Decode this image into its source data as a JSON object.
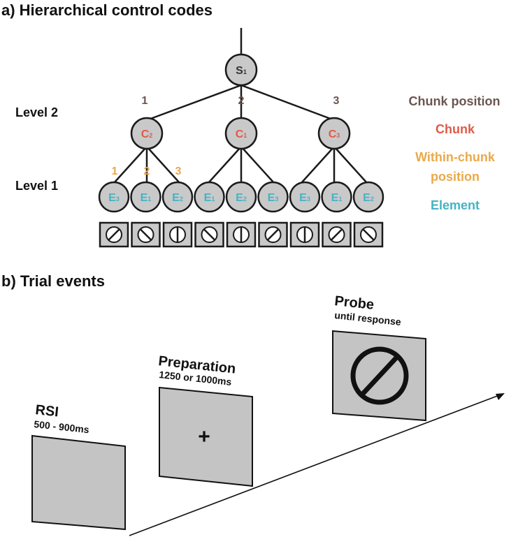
{
  "panel_a": {
    "heading": "a) Hierarchical control codes",
    "level2_label": "Level 2",
    "level1_label": "Level 1",
    "root": {
      "letter": "S",
      "sub": "1"
    },
    "chunk_positions": [
      "1",
      "2",
      "3"
    ],
    "chunks": [
      {
        "letter": "C",
        "sub": "2"
      },
      {
        "letter": "C",
        "sub": "1"
      },
      {
        "letter": "C",
        "sub": "3"
      }
    ],
    "within_chunk_positions": [
      "1",
      "2",
      "3"
    ],
    "elements": [
      {
        "letter": "E",
        "sub": "3"
      },
      {
        "letter": "E",
        "sub": "1"
      },
      {
        "letter": "E",
        "sub": "2"
      },
      {
        "letter": "E",
        "sub": "1"
      },
      {
        "letter": "E",
        "sub": "2"
      },
      {
        "letter": "E",
        "sub": "3"
      },
      {
        "letter": "E",
        "sub": "3"
      },
      {
        "letter": "E",
        "sub": "1"
      },
      {
        "letter": "E",
        "sub": "2"
      }
    ],
    "stimuli_orientation": [
      "diagonal",
      "backslash",
      "vertical",
      "backslash",
      "vertical",
      "diagonal",
      "vertical",
      "diagonal",
      "backslash"
    ],
    "legend": [
      {
        "text": "Chunk position",
        "color": "#6b5650"
      },
      {
        "text": "Chunk",
        "color": "#e05a48"
      },
      {
        "text": "Within-chunk",
        "color": "#eaa94a"
      },
      {
        "text": "position",
        "color": "#eaa94a"
      },
      {
        "text": "Element",
        "color": "#45b3c4"
      }
    ],
    "colors": {
      "chunk_position": "#6b5650",
      "chunk": "#e05a48",
      "within_chunk": "#eaa94a",
      "element": "#45b3c4",
      "root": "#333333"
    }
  },
  "panel_b": {
    "heading": "b) Trial events",
    "events": [
      {
        "title": "RSI",
        "duration": "500 - 900ms"
      },
      {
        "title": "Preparation",
        "duration": "1250 or 1000ms"
      },
      {
        "title": "Probe",
        "duration": "until response"
      }
    ],
    "fixation": "+"
  }
}
